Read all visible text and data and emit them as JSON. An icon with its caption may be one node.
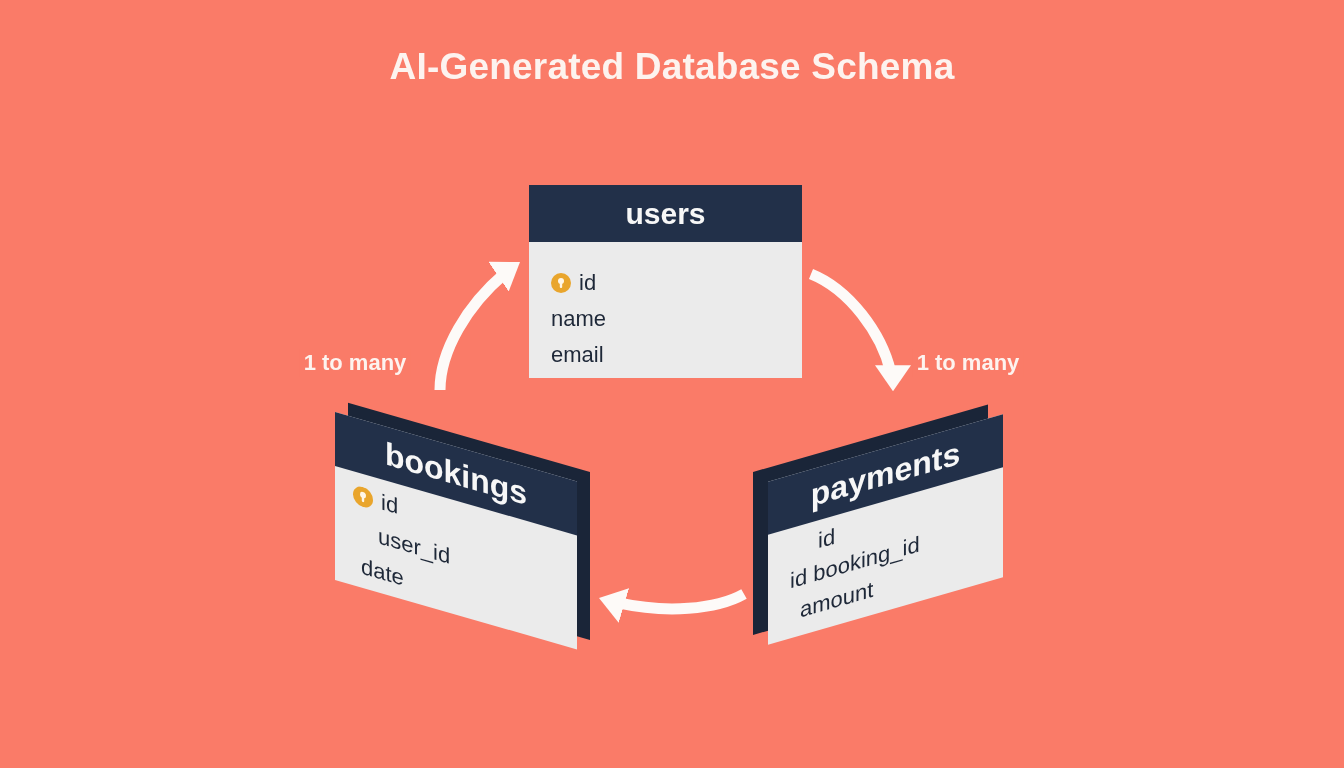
{
  "diagram": {
    "title": "AI-Generated Database Schema",
    "nodes": [
      {
        "text": [
          "users",
          "id",
          "name",
          "email"
        ]
      },
      {
        "text": [
          "bookings",
          "id",
          "user_id",
          "date"
        ]
      },
      {
        "text": [
          "payments",
          "id",
          "id booking_id",
          "amount"
        ]
      }
    ],
    "edges": [
      {
        "from": 1,
        "to": 0,
        "arrow": "to",
        "label": "1 to many"
      },
      {
        "from": 0,
        "to": 2,
        "arrow": "to",
        "label": "1 to many"
      },
      {
        "from": 2,
        "to": 1,
        "arrow": "to"
      }
    ]
  }
}
